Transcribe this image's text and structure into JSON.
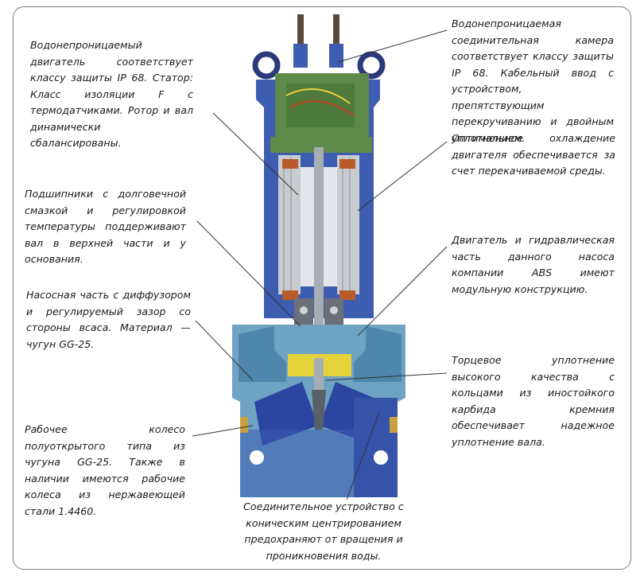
{
  "annotations": {
    "motor_ip68": "Водонепроницаемый двигатель соответствует классу защиты IP 68. Статор: Класс изоляции F с термодатчиками. Ротор и вал динамически сбалансированы.",
    "bearings": "Подшипники с долговечной смазкой и регулировкой температуры поддерживают вал в верхней части и у основания.",
    "pump_part": "Насосная часть с диффузором и регулируемый зазор со стороны всаса. Материал — чугун GG-25.",
    "impeller": "Рабочее колесо полуоткрытого типа из чугуна GG-25. Также в наличии имеются рабочие колеса из нержавеющей стали 1.4460.",
    "connection_chamber": "Водонепроницаемая соединительная камера соответствует классу защиты IP 68. Кабельный ввод с устройством, препятствующим перекручиванию и двойным уплотнением.",
    "cooling": "Оптимальное охлаждение двигателя обеспечивается за счет перекачиваемой среды.",
    "modular": "Двигатель и гидравлическая часть данного насоса компании ABS имеют модульную конструкцию.",
    "mechanical_seal": "Торцевое уплотнение высокого качества с кольцами из иностойкого карбида кремния обеспечивает надежное уплотнение вала.",
    "coupling": "Соединительное устройство с коническим центрированием предохраняют от вращения и проникновения воды."
  },
  "colors": {
    "frame": "#7d7d7d",
    "casing_blue": "#3d5db0",
    "casing_dark": "#1f3580",
    "hydraulic_light": "#6ea3c4",
    "connection_green": "#5f8a4a",
    "stator_grey": "#c8ccd0",
    "seal_yellow": "#e6d23a",
    "leader": "#333333"
  }
}
